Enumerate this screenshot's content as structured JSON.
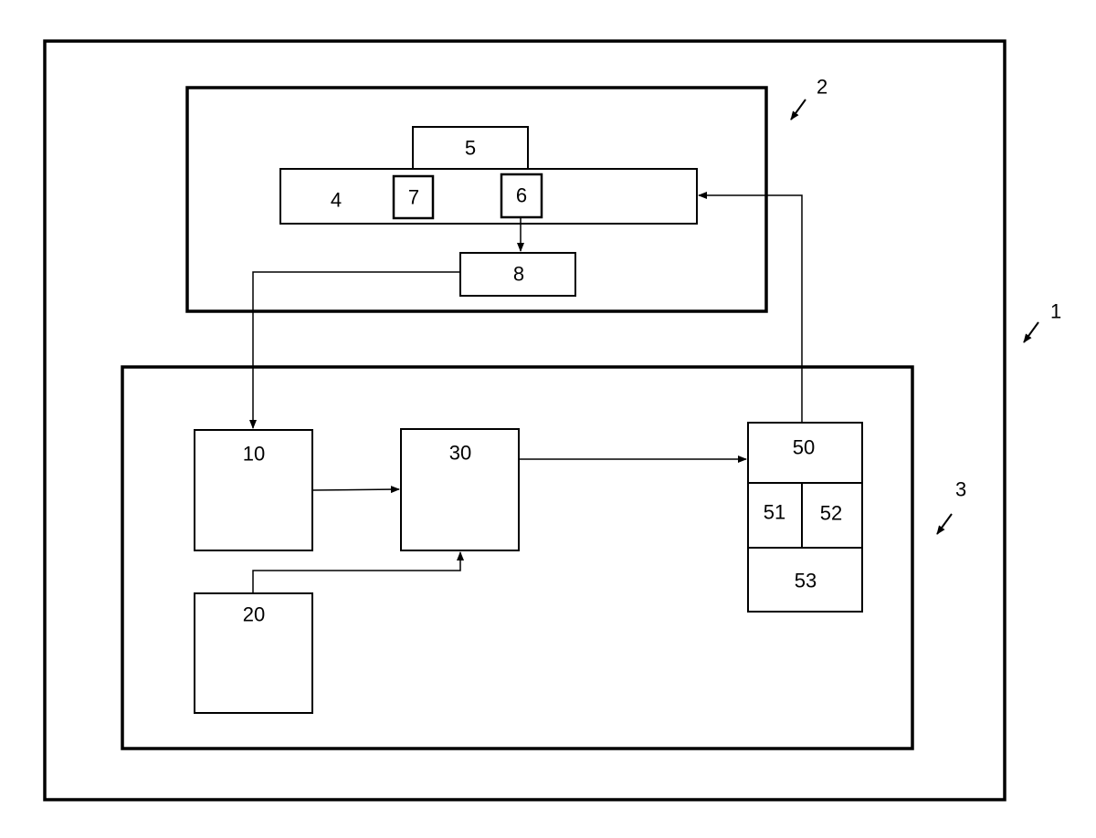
{
  "system": {
    "ref": "1"
  },
  "subsystem_top": {
    "ref": "2",
    "parts": {
      "p5": "5",
      "p4": "4",
      "p7": "7",
      "p6": "6",
      "p8": "8"
    }
  },
  "subsystem_bottom": {
    "ref": "3",
    "parts": {
      "p10": "10",
      "p20": "20",
      "p30": "30",
      "p50": "50",
      "p51": "51",
      "p52": "52",
      "p53": "53"
    }
  },
  "connections": [
    {
      "from": "6",
      "to": "8"
    },
    {
      "from": "8",
      "to": "10"
    },
    {
      "from": "10",
      "to": "30"
    },
    {
      "from": "20",
      "to": "30"
    },
    {
      "from": "30",
      "to": "50"
    },
    {
      "from": "50",
      "to": "4"
    }
  ]
}
